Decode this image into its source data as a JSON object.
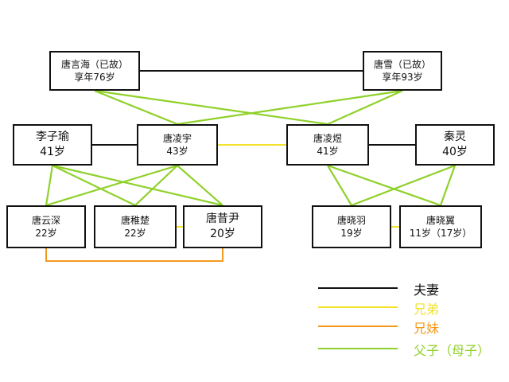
{
  "colors": {
    "spouse": "#111111",
    "brothers": "#f2e22a",
    "brother_sister": "#f39a1e",
    "parent_child": "#8fd12a"
  },
  "people": [
    {
      "id": "tangyanhai",
      "name": "唐言海（已故）",
      "age": "享年76岁"
    },
    {
      "id": "tangxue",
      "name": "唐雪（已故）",
      "age": "享年93岁"
    },
    {
      "id": "liziyu",
      "name": "李子瑜",
      "age": "41岁"
    },
    {
      "id": "tanglingyu",
      "name": "唐凌宇",
      "age": "43岁"
    },
    {
      "id": "tanglingyu2",
      "name": "唐凌煜",
      "age": "41岁"
    },
    {
      "id": "qinling",
      "name": "秦灵",
      "age": "40岁"
    },
    {
      "id": "tangyunshen",
      "name": "唐云深",
      "age": "22岁"
    },
    {
      "id": "tangzhichu",
      "name": "唐稚楚",
      "age": "22岁"
    },
    {
      "id": "tangxiyin",
      "name": "唐昔尹",
      "age": "20岁"
    },
    {
      "id": "tangxiaoyu",
      "name": "唐晓羽",
      "age": "19岁"
    },
    {
      "id": "tangxiaoyi",
      "name": "唐晓翼",
      "age": "11岁（17岁）"
    }
  ],
  "relations": [
    {
      "type": "spouse",
      "from": "tangyanhai",
      "to": "tangxue"
    },
    {
      "type": "spouse",
      "from": "liziyu",
      "to": "tanglingyu"
    },
    {
      "type": "spouse",
      "from": "tanglingyu2",
      "to": "qinling"
    },
    {
      "type": "brothers",
      "from": "tanglingyu",
      "to": "tanglingyu2"
    },
    {
      "type": "brothers",
      "from": "tangzhichu",
      "to": "tangxiyin"
    },
    {
      "type": "brothers",
      "from": "tangxiaoyu",
      "to": "tangxiaoyi"
    },
    {
      "type": "brother_sister",
      "from": "tangyunshen",
      "to": "tangxiyin"
    },
    {
      "type": "parent_child",
      "from": "tangyanhai",
      "to": "tanglingyu"
    },
    {
      "type": "parent_child",
      "from": "tangyanhai",
      "to": "tanglingyu2"
    },
    {
      "type": "parent_child",
      "from": "tangxue",
      "to": "tanglingyu"
    },
    {
      "type": "parent_child",
      "from": "tangxue",
      "to": "tanglingyu2"
    },
    {
      "type": "parent_child",
      "from": "liziyu",
      "to": "tangyunshen"
    },
    {
      "type": "parent_child",
      "from": "liziyu",
      "to": "tangzhichu"
    },
    {
      "type": "parent_child",
      "from": "liziyu",
      "to": "tangxiyin"
    },
    {
      "type": "parent_child",
      "from": "tanglingyu",
      "to": "tangyunshen"
    },
    {
      "type": "parent_child",
      "from": "tanglingyu",
      "to": "tangzhichu"
    },
    {
      "type": "parent_child",
      "from": "tanglingyu",
      "to": "tangxiyin"
    },
    {
      "type": "parent_child",
      "from": "tanglingyu2",
      "to": "tangxiaoyu"
    },
    {
      "type": "parent_child",
      "from": "tanglingyu2",
      "to": "tangxiaoyi"
    },
    {
      "type": "parent_child",
      "from": "qinling",
      "to": "tangxiaoyu"
    },
    {
      "type": "parent_child",
      "from": "qinling",
      "to": "tangxiaoyi"
    }
  ],
  "legend": [
    {
      "type": "spouse",
      "label": "夫妻"
    },
    {
      "type": "brothers",
      "label": "兄弟"
    },
    {
      "type": "brother_sister",
      "label": "兄妹"
    },
    {
      "type": "parent_child",
      "label": "父子（母子）"
    }
  ]
}
